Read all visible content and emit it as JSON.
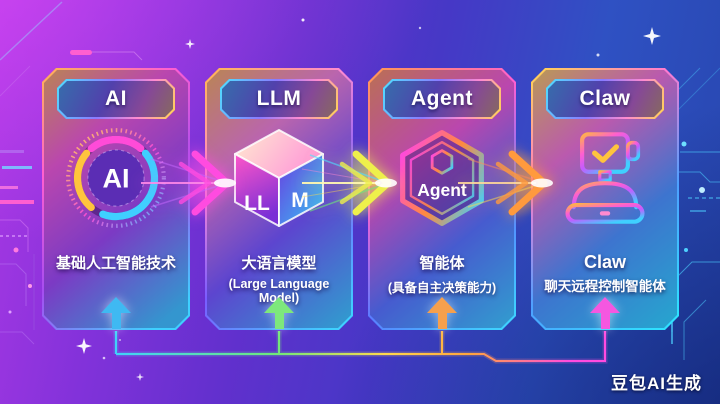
{
  "cards": [
    {
      "title": "AI",
      "icon": "ai-dial",
      "icon_label": "AI",
      "desc1": "基础人工智能技术",
      "up_arrow_color": "#3fb9f2"
    },
    {
      "title": "LLM",
      "icon": "llm-cube",
      "cube_left_label": "LL",
      "cube_right_label": "M",
      "desc1": "大语言模型",
      "desc2": "(Large Language Model)",
      "up_arrow_color": "#7de87c"
    },
    {
      "title": "Agent",
      "icon": "agent-hexagon",
      "icon_label": "Agent",
      "desc1": "智能体",
      "desc2": "(具备自主决策能力)",
      "up_arrow_color": "#f6a04d"
    },
    {
      "title": "Claw",
      "icon": "robot",
      "desc1": "Claw",
      "desc2": "聊天远程控制智能体",
      "up_arrow_color": "#f557e0"
    }
  ],
  "watermark": "豆包AI生成",
  "colors": {
    "background_left": "#ab38e4",
    "background_right": "#2746ae",
    "flow_bursts": [
      "#ff4be0",
      "#eef04b",
      "#ff9a3d"
    ],
    "bus_line": [
      "#3fd0ff",
      "#6ee87a",
      "#ffd84d",
      "#ff4be0"
    ],
    "up_arrows": [
      "#3fb9f2",
      "#7de87c",
      "#f6a04d",
      "#f557e0"
    ]
  }
}
